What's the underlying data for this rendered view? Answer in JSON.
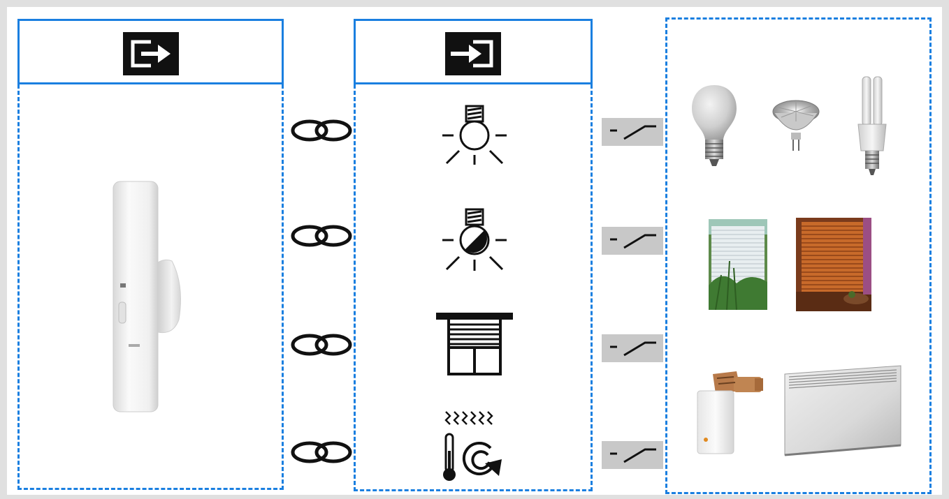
{
  "colors": {
    "panel_border": "#1a7fe0",
    "frame_border": "#e0e0e0",
    "icon": "#111111",
    "switch_background": "#c8c8c8"
  },
  "panels": {
    "input_panel": {
      "header_icon": "exit-arrow-icon",
      "device": "wall-push-button-transmitter"
    },
    "output_panel": {
      "header_icon": "enter-arrow-icon",
      "functions": [
        "light-bulb-icon",
        "dimmer-light-icon",
        "roller-shutter-icon",
        "heating-thermostat-icon"
      ]
    },
    "loads_panel": {
      "rows": [
        {
          "items": [
            "incandescent-bulb-image",
            "halogen-spot-image",
            "compact-fluorescent-image"
          ]
        },
        {
          "items": [
            "roller-shutter-photo",
            "venetian-blind-photo"
          ]
        },
        {
          "items": [
            "thermostatic-valve-image",
            "panel-radiator-image"
          ]
        }
      ]
    }
  },
  "links": [
    "link-icon",
    "link-icon",
    "link-icon",
    "link-icon"
  ],
  "switches": [
    "switch-icon",
    "switch-icon",
    "switch-icon",
    "switch-icon"
  ]
}
